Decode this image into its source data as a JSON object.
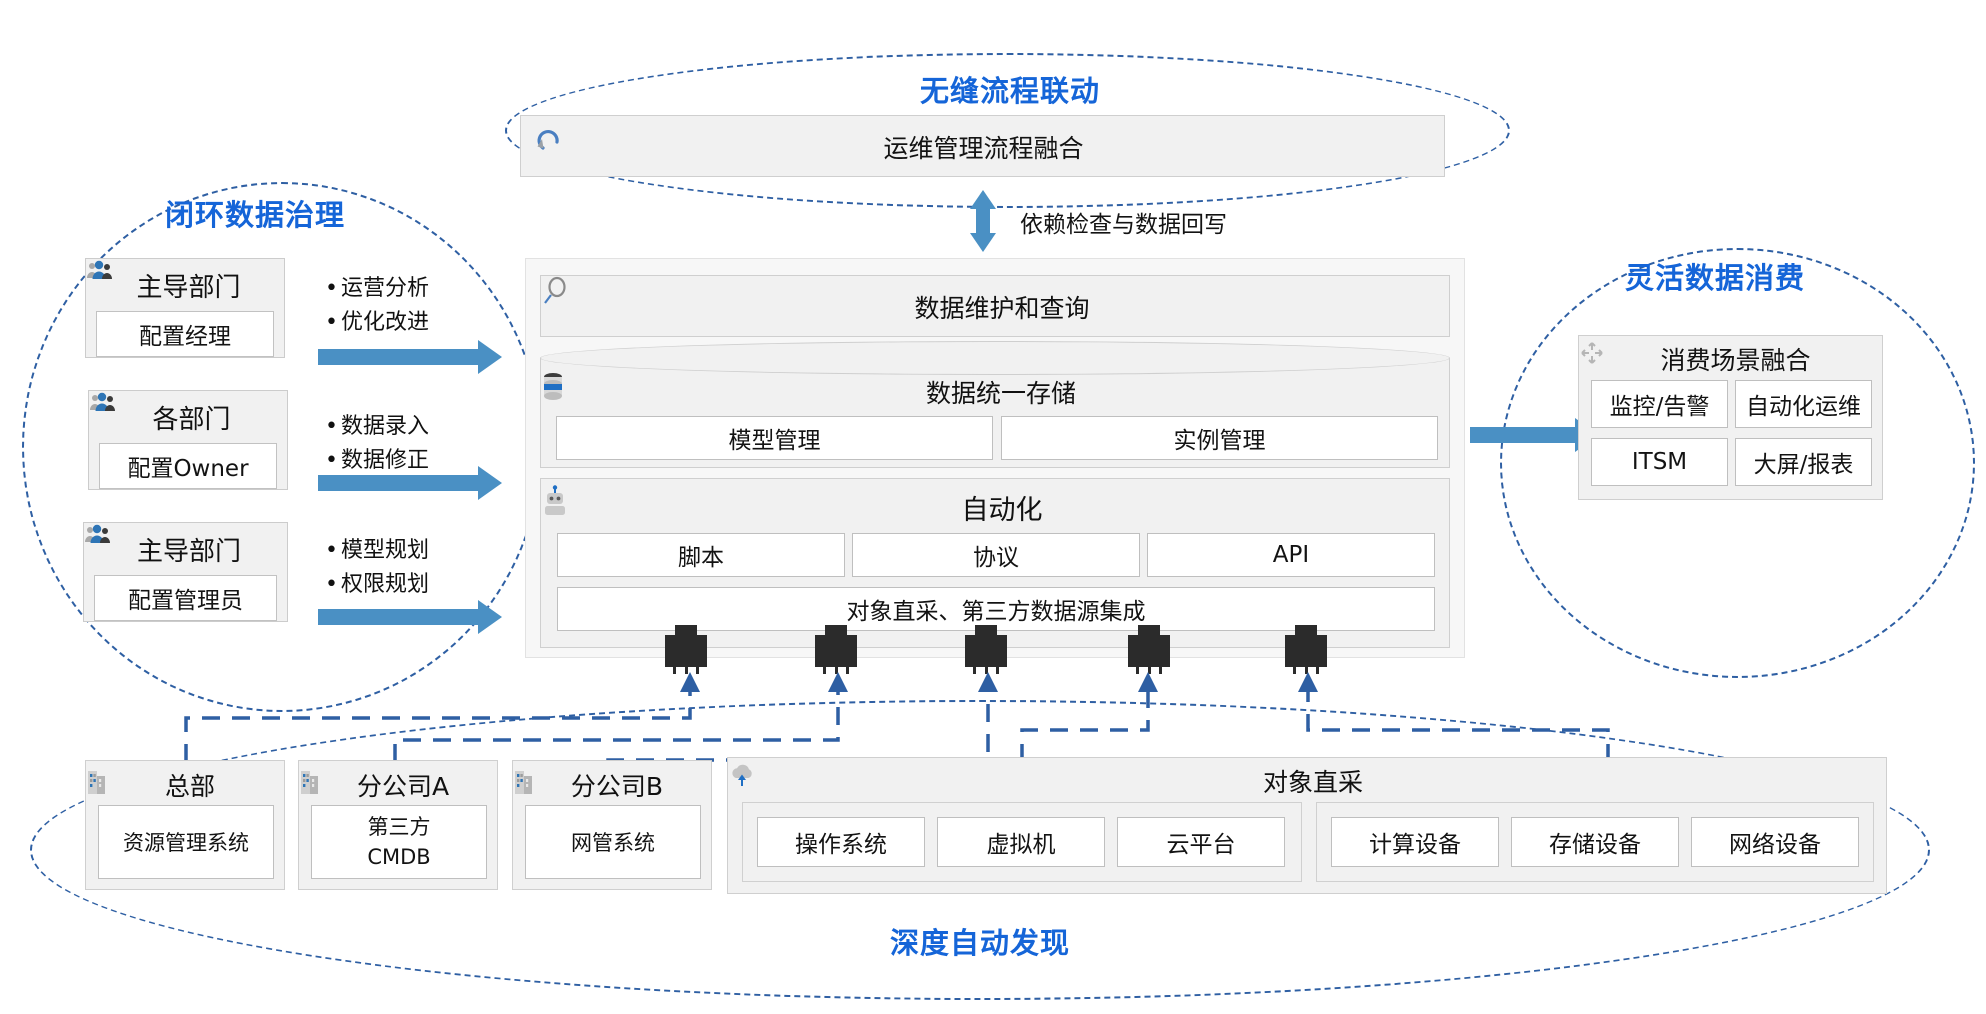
{
  "diagram": {
    "title_top": "无缝流程联动",
    "title_left": "闭环数据治理",
    "title_right": "灵活数据消费",
    "title_bottom": "深度自动发现",
    "accent_color": "#1565d8",
    "arrow_color": "#4a90c4",
    "panel_color": "#f1f1f1"
  },
  "top": {
    "process_box_label": "运维管理流程融合",
    "process_icon": "refresh-cycle-icon",
    "link_label": "依赖检查与数据回写",
    "link_arrow_icon": "double-arrow-vertical-icon"
  },
  "left": {
    "groups": [
      {
        "icon": "people-icon",
        "dept": "主导部门",
        "role": "配置经理",
        "bullets": [
          "运营分析",
          "优化改进"
        ],
        "arrow_icon": "right-arrow-icon"
      },
      {
        "icon": "people-icon",
        "dept": "各部门",
        "role": "配置Owner",
        "bullets": [
          "数据录入",
          "数据修正"
        ],
        "arrow_icon": "right-arrow-icon"
      },
      {
        "icon": "people-icon",
        "dept": "主导部门",
        "role": "配置管理员",
        "bullets": [
          "模型规划",
          "权限规划"
        ],
        "arrow_icon": "right-arrow-icon"
      }
    ]
  },
  "center": {
    "query_layer": {
      "icon": "search-icon",
      "label": "数据维护和查询"
    },
    "storage_layer": {
      "icon": "database-icon",
      "label": "数据统一存储",
      "items": [
        "模型管理",
        "实例管理"
      ]
    },
    "automation_layer": {
      "icon": "robot-icon",
      "label": "自动化",
      "items": [
        "脚本",
        "协议",
        "API"
      ],
      "integration_label": "对象直采、第三方数据源集成",
      "connectors": [
        "plug-icon",
        "plug-icon",
        "plug-icon",
        "plug-icon",
        "plug-icon"
      ]
    }
  },
  "right": {
    "panel": {
      "icon": "expand-arrows-icon",
      "label": "消费场景融合",
      "items": [
        "监控/告警",
        "自动化运维",
        "ITSM",
        "大屏/报表"
      ]
    },
    "arrow_icon": "right-arrow-icon"
  },
  "bottom": {
    "sources": [
      {
        "icon": "building-icon",
        "name": "总部",
        "system": "资源管理系统"
      },
      {
        "icon": "building-icon",
        "name": "分公司A",
        "system": "第三方\nCMDB"
      },
      {
        "icon": "building-icon",
        "name": "分公司B",
        "system": "网管系统"
      }
    ],
    "direct_collect": {
      "icon": "cloud-upload-icon",
      "label": "对象直采",
      "group_left": [
        "操作系统",
        "虚拟机",
        "云平台"
      ],
      "group_right": [
        "计算设备",
        "存储设备",
        "网络设备"
      ]
    }
  }
}
